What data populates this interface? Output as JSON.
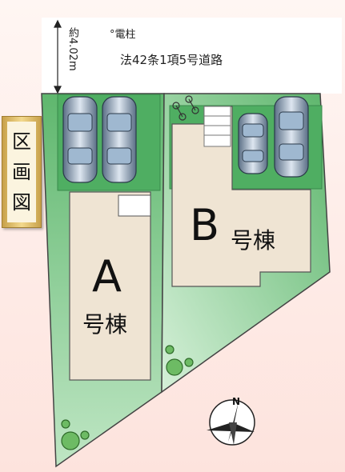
{
  "road": {
    "name": "法42条1項5号道路",
    "width": "約4.02m",
    "pole": "°電柱"
  },
  "legend": {
    "chars": [
      "区",
      "画",
      "図"
    ]
  },
  "lots": {
    "a": {
      "letter": "A",
      "suffix": "号棟"
    },
    "b": {
      "letter": "B",
      "suffix": "号棟"
    }
  },
  "compass": {
    "north": "N"
  },
  "colors": {
    "lot_green": "#6fbf7c",
    "building_beige": "#efe4d3",
    "road_white": "#ffffff",
    "legend_gold": "#d9b45f"
  }
}
